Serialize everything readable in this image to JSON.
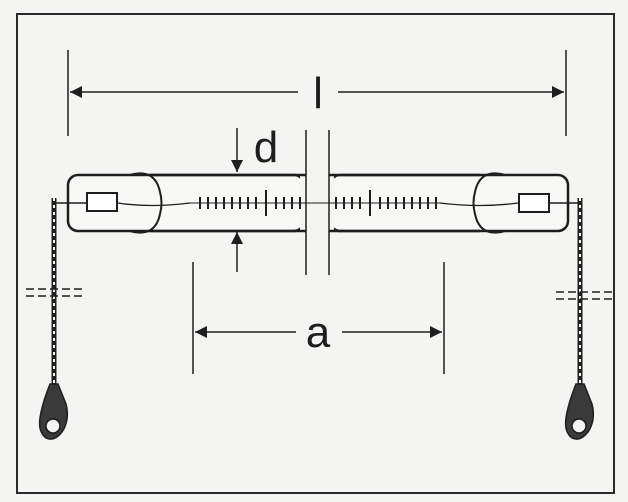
{
  "diagram": {
    "labels": {
      "length": "l",
      "diameter": "d",
      "lighted_length": "a"
    },
    "colors": {
      "background": "#f4f4f2",
      "ink": "#1e1e1e",
      "frame": "#2a2a2a",
      "lead_fill": "#3a3a3a"
    }
  }
}
